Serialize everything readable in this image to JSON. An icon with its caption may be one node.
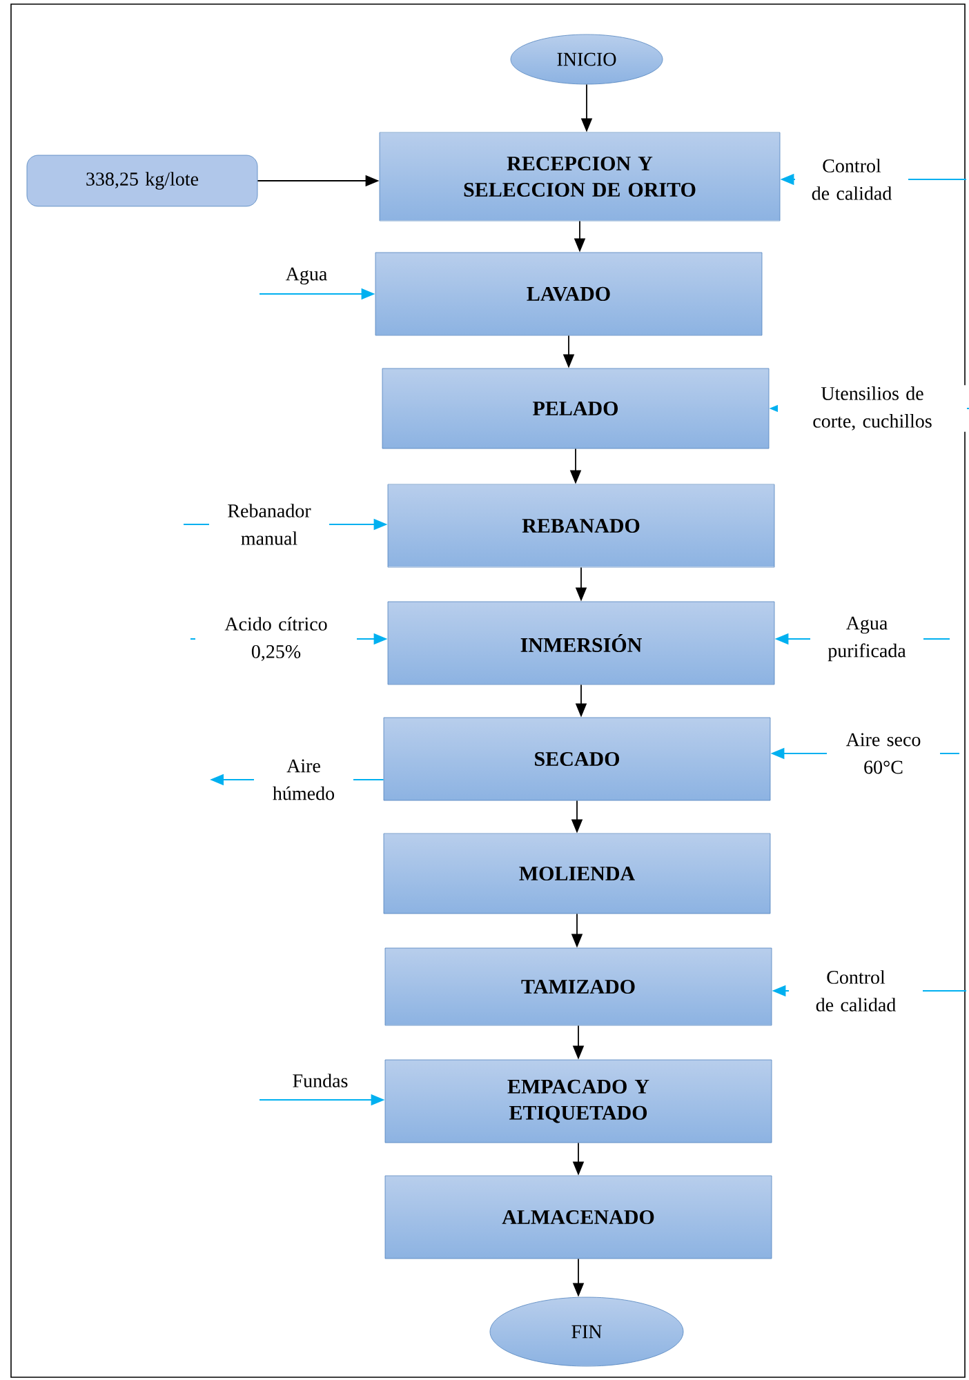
{
  "diagram": {
    "nodes": [
      {
        "text": [
          "INICIO"
        ]
      },
      {
        "text": [
          "RECEPCION Y SELECCION DE ORITO"
        ]
      },
      {
        "text": [
          "338,25 kg/lote"
        ]
      },
      {
        "text": [
          "LAVADO"
        ]
      },
      {
        "text": [
          "PELADO"
        ]
      },
      {
        "text": [
          "REBANADO"
        ]
      },
      {
        "text": [
          "INMERSIÓN"
        ]
      },
      {
        "text": [
          "SECADO"
        ]
      },
      {
        "text": [
          "MOLIENDA"
        ]
      },
      {
        "text": [
          "TAMIZADO"
        ]
      },
      {
        "text": [
          "EMPACADO Y ETIQUETADO"
        ]
      },
      {
        "text": [
          "ALMACENADO"
        ]
      },
      {
        "text": [
          "FIN"
        ]
      }
    ],
    "edges": [
      {
        "from": 0,
        "to": 1,
        "arrow": "to"
      },
      {
        "from": 2,
        "to": 1,
        "arrow": "to"
      },
      {
        "from": null,
        "to": 1,
        "arrow": "to",
        "label": "Control de calidad",
        "color": "#00b0f0"
      },
      {
        "from": 1,
        "to": 3,
        "arrow": "to"
      },
      {
        "from": null,
        "to": 3,
        "arrow": "to",
        "label": "Agua",
        "color": "#00b0f0"
      },
      {
        "from": 3,
        "to": 4,
        "arrow": "to"
      },
      {
        "from": null,
        "to": 4,
        "arrow": "to",
        "label": "Utensilios de corte, cuchillos",
        "color": "#00b0f0"
      },
      {
        "from": 4,
        "to": 5,
        "arrow": "to"
      },
      {
        "from": null,
        "to": 5,
        "arrow": "to",
        "label": "Rebanador manual",
        "color": "#00b0f0"
      },
      {
        "from": 5,
        "to": 6,
        "arrow": "to"
      },
      {
        "from": null,
        "to": 6,
        "arrow": "to",
        "label": "Acido cítrico 0,25%",
        "color": "#00b0f0"
      },
      {
        "from": null,
        "to": 6,
        "arrow": "to",
        "label": "Agua purificada",
        "color": "#00b0f0"
      },
      {
        "from": 6,
        "to": 7,
        "arrow": "to"
      },
      {
        "from": null,
        "to": 7,
        "arrow": "to",
        "label": "Aire seco 60°C",
        "color": "#00b0f0"
      },
      {
        "from": 7,
        "to": null,
        "arrow": "to",
        "label": "Aire húmedo",
        "color": "#00b0f0"
      },
      {
        "from": 7,
        "to": 8,
        "arrow": "to"
      },
      {
        "from": 8,
        "to": 9,
        "arrow": "to"
      },
      {
        "from": null,
        "to": 9,
        "arrow": "to",
        "label": "Control de calidad",
        "color": "#00b0f0"
      },
      {
        "from": 9,
        "to": 10,
        "arrow": "to"
      },
      {
        "from": null,
        "to": 10,
        "arrow": "to",
        "label": "Fundas",
        "color": "#00b0f0"
      },
      {
        "from": 10,
        "to": 11,
        "arrow": "to"
      },
      {
        "from": 11,
        "to": 12,
        "arrow": "to"
      }
    ]
  }
}
